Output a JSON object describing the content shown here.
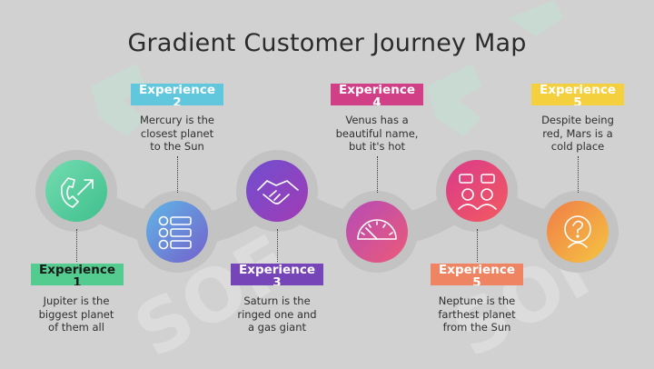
{
  "title": "Gradient Customer Journey Map",
  "watermark": "SOF",
  "colors": {
    "background": "#d1d1d1",
    "ring": "#c2c2c2",
    "stage1": "#5ccf9c",
    "stage2": "#6f7bd8",
    "stage3": "#8a3fbf",
    "stage4": "#d94f7f",
    "stage5": "#e8407a",
    "stage6": "#f2b233"
  },
  "stages": [
    {
      "label": "Experience",
      "number": "1",
      "description": [
        "Jupiter is the",
        "biggest planet",
        "of them all"
      ],
      "icon": "phone-arrow-icon",
      "label_bg": "#55cc8f",
      "label_color": "#1a1a1a"
    },
    {
      "label": "Experience",
      "number": "2",
      "description": [
        "Mercury is the",
        "closest planet",
        "to the Sun"
      ],
      "icon": "checklist-icon",
      "label_bg": "#61c7dd",
      "label_color": "#ffffff"
    },
    {
      "label": "Experience",
      "number": "3",
      "description": [
        "Saturn is the",
        "ringed one and",
        "a gas giant"
      ],
      "icon": "handshake-icon",
      "label_bg": "#7646b8",
      "label_color": "#ffffff"
    },
    {
      "label": "Experience",
      "number": "4",
      "description": [
        "Venus has a",
        "beautiful name,",
        "but it's hot"
      ],
      "icon": "gauge-icon",
      "label_bg": "#d13f86",
      "label_color": "#ffffff"
    },
    {
      "label": "Experience",
      "number": "5",
      "description": [
        "Neptune is the",
        "farthest planet",
        "from the Sun"
      ],
      "icon": "people-chat-icon",
      "label_bg": "#ee8462",
      "label_color": "#ffffff"
    },
    {
      "label": "Experience",
      "number": "5",
      "description": [
        "Despite being",
        "red, Mars is a",
        "cold place"
      ],
      "icon": "face-question-icon",
      "label_bg": "#f4d03f",
      "label_color": "#ffffff"
    }
  ]
}
